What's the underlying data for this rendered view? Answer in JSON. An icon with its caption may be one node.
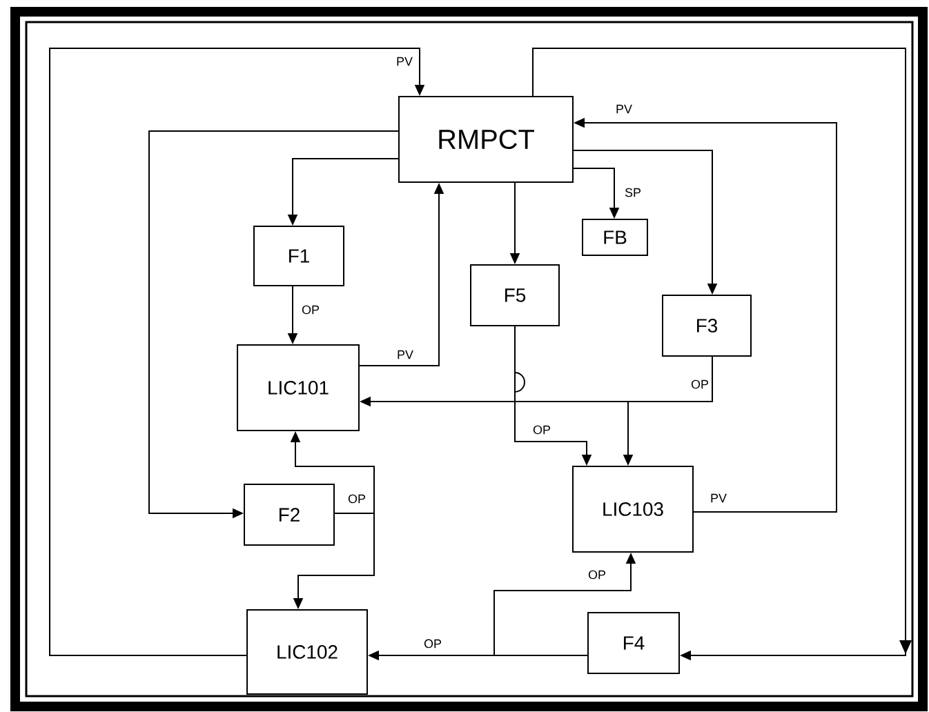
{
  "diagram": {
    "nodes": [
      {
        "text": [
          "RMPCT"
        ]
      },
      {
        "text": [
          "F1"
        ]
      },
      {
        "text": [
          "FB"
        ]
      },
      {
        "text": [
          "F5"
        ]
      },
      {
        "text": [
          "F3"
        ]
      },
      {
        "text": [
          "LIC101"
        ]
      },
      {
        "text": [
          "F2"
        ]
      },
      {
        "text": [
          "LIC103"
        ]
      },
      {
        "text": [
          "LIC102"
        ]
      },
      {
        "text": [
          "F4"
        ]
      }
    ],
    "edges": [
      {
        "from": 8,
        "to": 0,
        "arrow": "to",
        "label": "PV"
      },
      {
        "from": 0,
        "to": 6,
        "arrow": "to"
      },
      {
        "from": 0,
        "to": 1,
        "arrow": "to"
      },
      {
        "from": 0,
        "to": 9,
        "arrow": "to"
      },
      {
        "from": 7,
        "to": 0,
        "arrow": "to",
        "label": "PV"
      },
      {
        "from": 0,
        "to": 4,
        "arrow": "to"
      },
      {
        "from": 0,
        "to": 2,
        "arrow": "to",
        "label": "SP"
      },
      {
        "from": 0,
        "to": 3,
        "arrow": "to"
      },
      {
        "from": 1,
        "to": 5,
        "arrow": "to",
        "label": "OP"
      },
      {
        "from": 5,
        "to": 0,
        "arrow": "to",
        "label": "PV"
      },
      {
        "from": 4,
        "to": 5,
        "arrow": "to",
        "label": "OP"
      },
      {
        "from": 4,
        "to": 7,
        "arrow": "to"
      },
      {
        "from": 3,
        "to": 7,
        "arrow": "to",
        "label": "OP"
      },
      {
        "from": 6,
        "to": 5,
        "arrow": "to",
        "label": "OP"
      },
      {
        "from": 6,
        "to": 8,
        "arrow": "to"
      },
      {
        "from": 9,
        "to": 8,
        "arrow": "to",
        "label": "OP"
      },
      {
        "from": 9,
        "to": 7,
        "arrow": "to",
        "label": "OP"
      }
    ],
    "labels": [
      "PV"
    ]
  }
}
